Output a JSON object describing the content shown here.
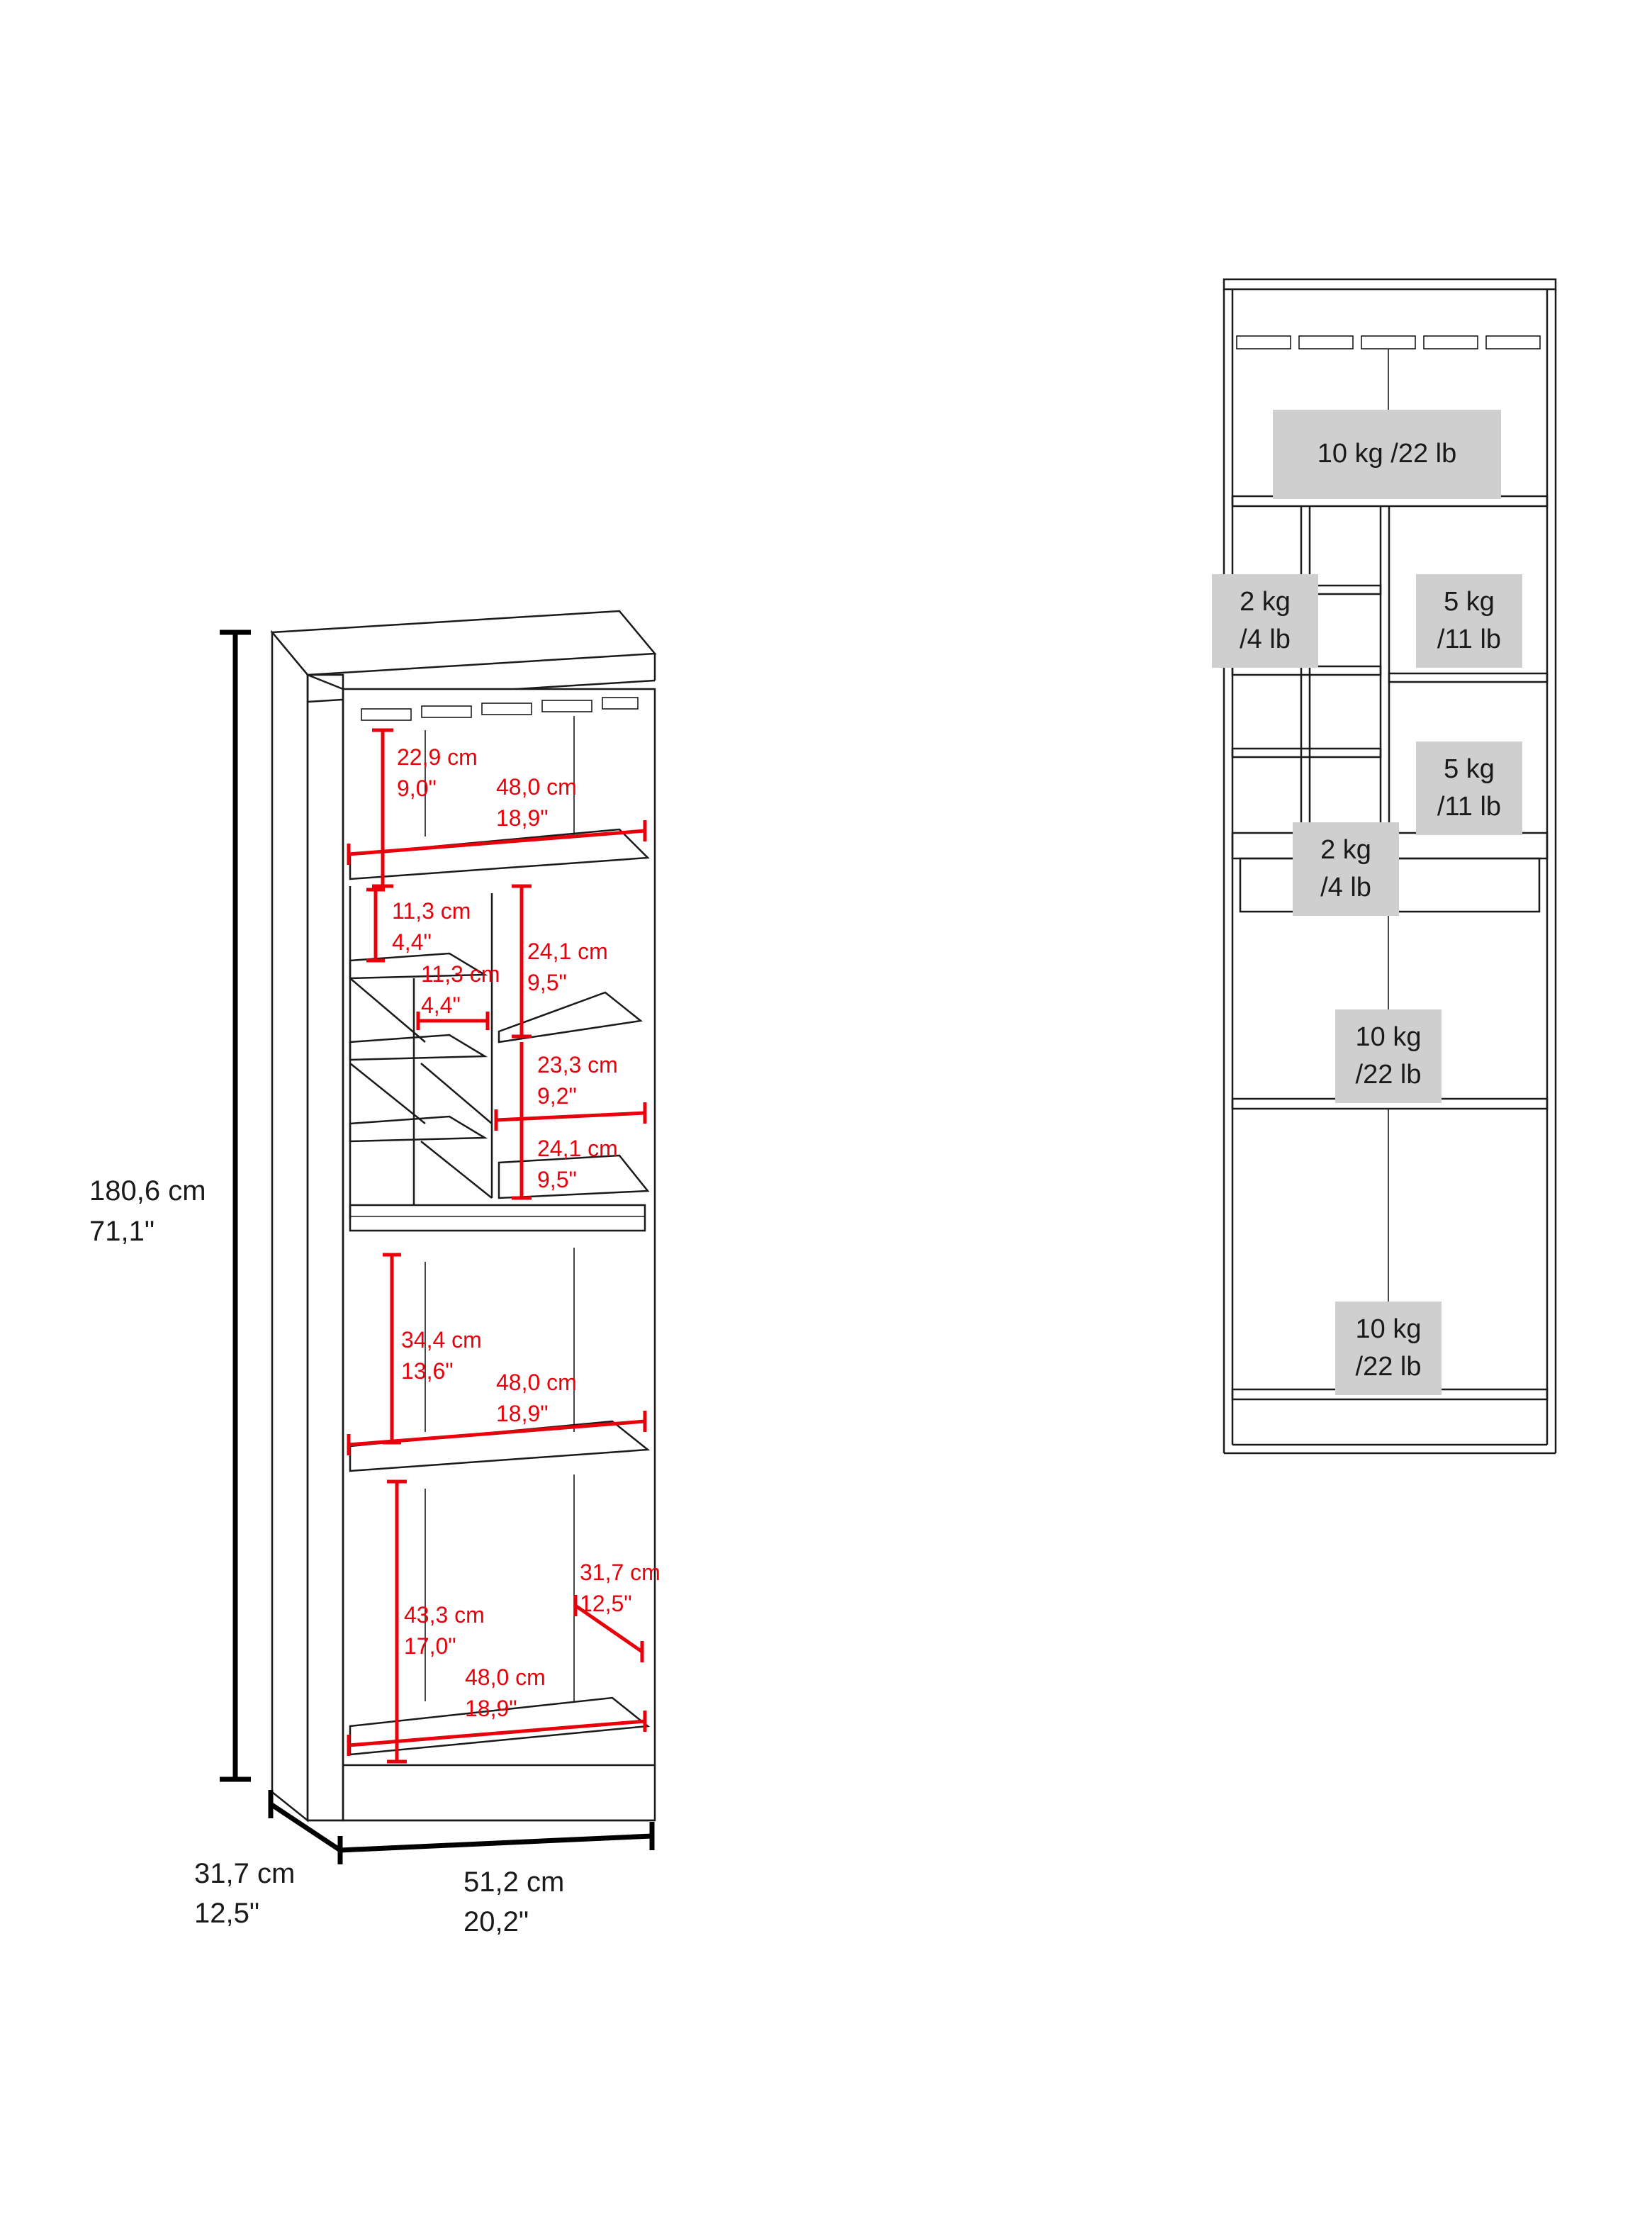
{
  "colors": {
    "dimension_red": "#e8000b",
    "outline": "#1a1a1a",
    "weight_box": "#cfcfcf"
  },
  "overall": {
    "height": {
      "cm": "180,6 cm",
      "in": "71,1\""
    },
    "depth": {
      "cm": "31,7 cm",
      "in": "12,5\""
    },
    "width": {
      "cm": "51,2 cm",
      "in": "20,2\""
    }
  },
  "inner": {
    "top_compartment": {
      "cm": "22,9 cm",
      "in": "9,0\""
    },
    "top_shelf_width": {
      "cm": "48,0 cm",
      "in": "18,9\""
    },
    "cubby_height_1": {
      "cm": "11,3 cm",
      "in": "4,4\""
    },
    "cubby_width": {
      "cm": "11,3 cm",
      "in": "4,4\""
    },
    "right_upper": {
      "cm": "24,1 cm",
      "in": "9,5\""
    },
    "right_shelf_width": {
      "cm": "23,3 cm",
      "in": "9,2\""
    },
    "right_lower": {
      "cm": "24,1 cm",
      "in": "9,5\""
    },
    "middle_compartment": {
      "cm": "34,4 cm",
      "in": "13,6\""
    },
    "middle_shelf_width": {
      "cm": "48,0 cm",
      "in": "18,9\""
    },
    "bottom_compartment": {
      "cm": "43,3 cm",
      "in": "17,0\""
    },
    "inner_depth": {
      "cm": "31,7 cm",
      "in": "12,5\""
    },
    "bottom_shelf_width": {
      "cm": "48,0 cm",
      "in": "18,9\""
    }
  },
  "weights": {
    "top": "10 kg /22 lb",
    "left_upper": "2 kg\n/4 lb",
    "right_upper": "5 kg\n/11 lb",
    "right_lower": "5 kg\n/11 lb",
    "tray": "2 kg\n/4 lb",
    "middle": "10 kg\n/22 lb",
    "bottom": "10 kg\n/22 lb"
  }
}
